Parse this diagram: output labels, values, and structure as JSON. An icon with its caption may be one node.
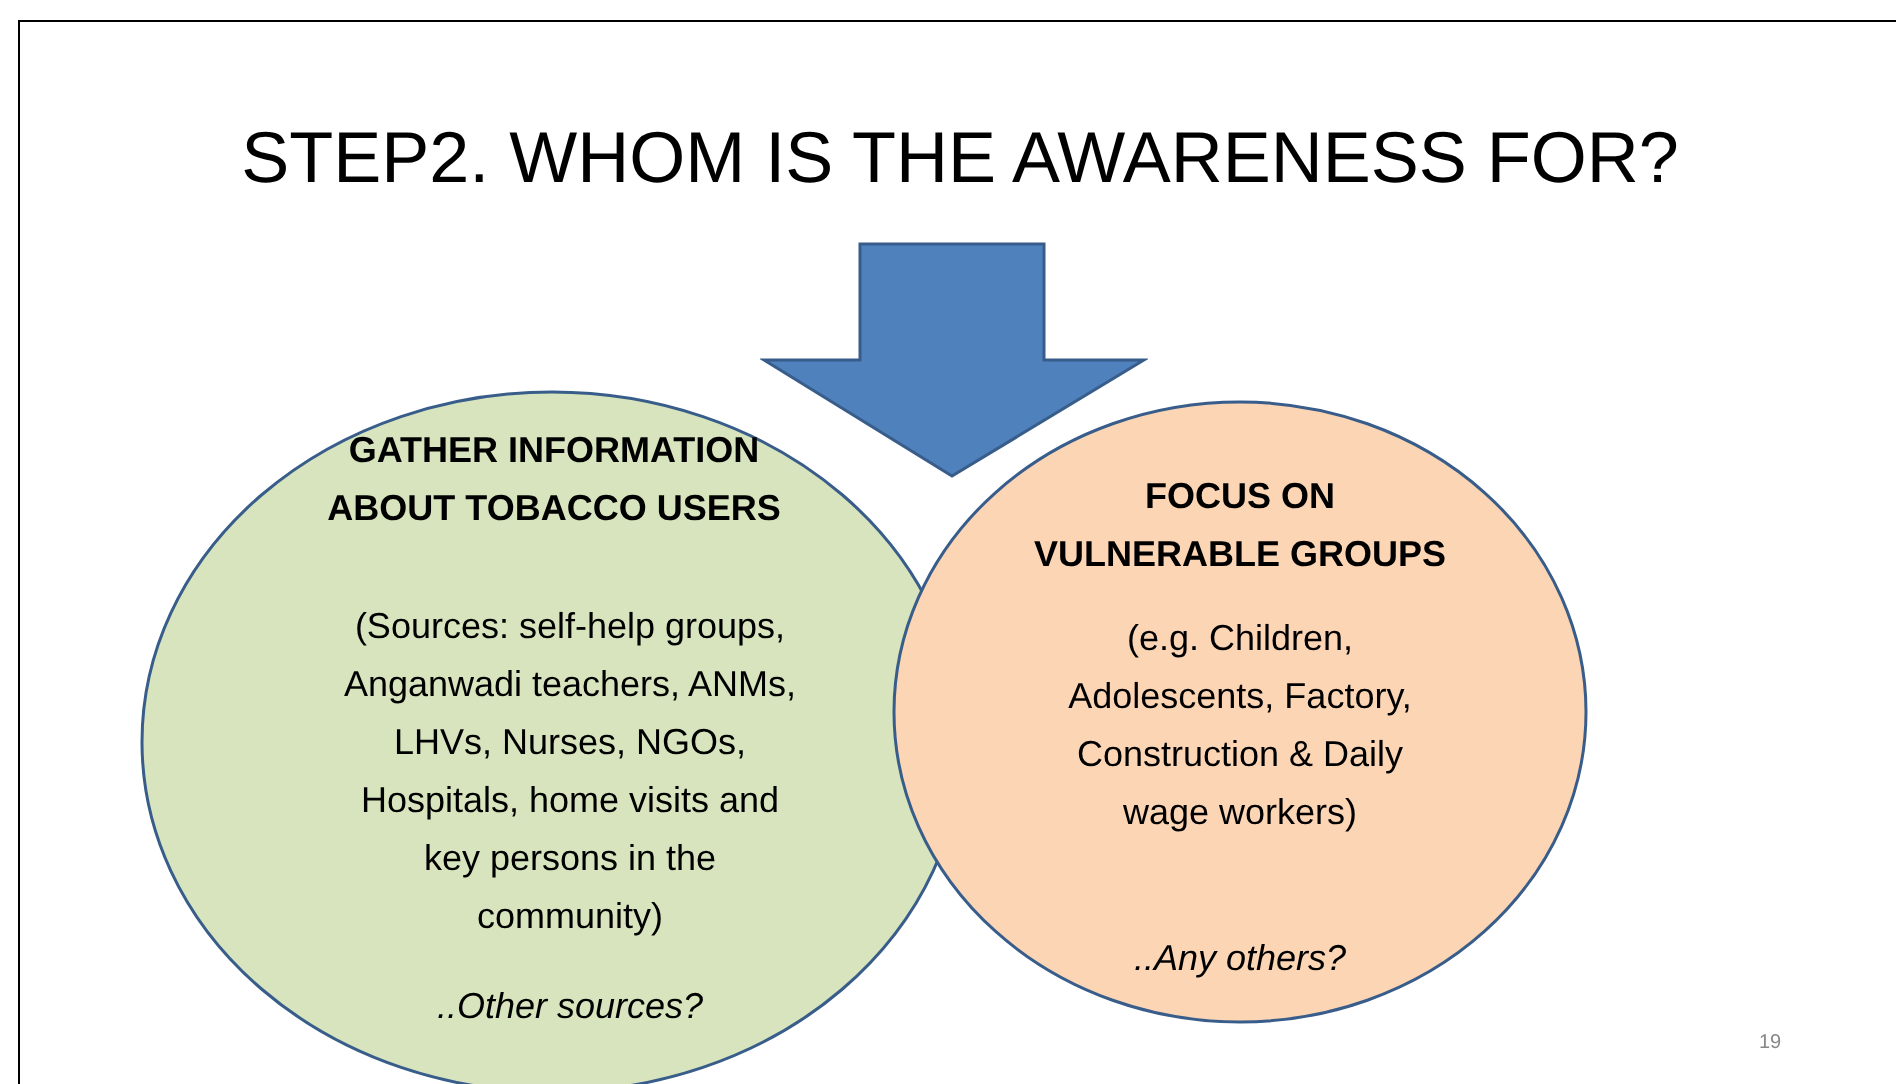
{
  "diagram": {
    "title": "STEP2. WHOM IS THE AWARENESS FOR?",
    "nodes": [
      {
        "text": [
          "GATHER INFORMATION ABOUT TOBACCO USERS",
          "(Sources: self-help groups, Anganwadi teachers, ANMs, LHVs, Nurses, NGOs, Hospitals, home visits and key persons in the community)",
          "..Other sources?"
        ]
      },
      {
        "text": [
          "FOCUS ON VULNERABLE GROUPS",
          "(e.g. Children, Adolescents, Factory, Construction & Daily wage workers)",
          "..Any others?"
        ]
      }
    ],
    "edges": [
      {
        "from": null,
        "to": 0,
        "arrow": "to"
      },
      {
        "from": null,
        "to": 1,
        "arrow": "to"
      }
    ],
    "labels": [
      "19"
    ]
  }
}
